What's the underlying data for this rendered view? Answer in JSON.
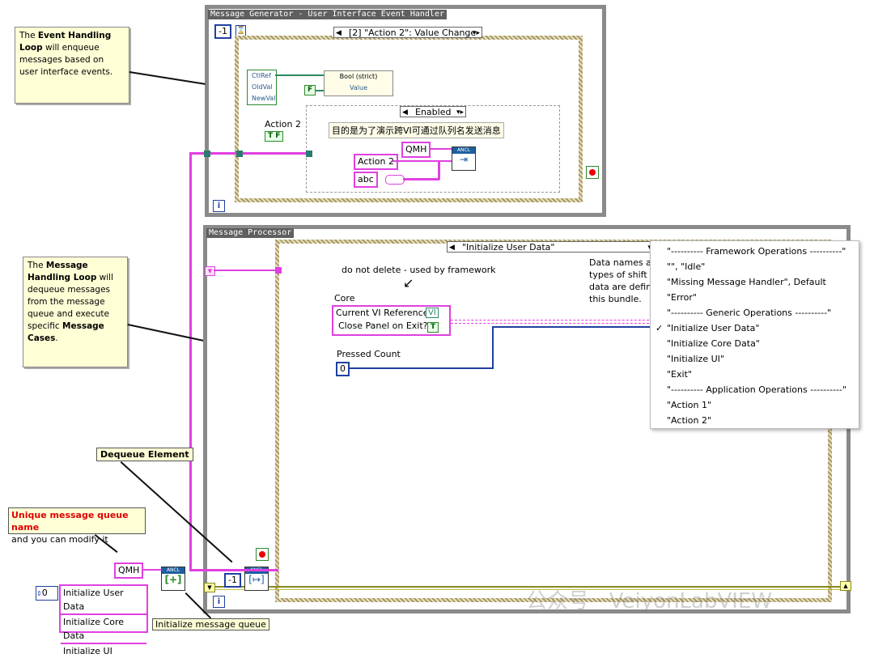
{
  "generator_loop": {
    "title": "Message Generator - User Interface Event Handler",
    "timeout_const": "-1",
    "event_case_selector": "[2] \"Action 2\": Value Change",
    "event_data_terminals": [
      "CtlRef",
      "OldVal",
      "NewVal"
    ],
    "bool_strict_label": "Bool (strict)",
    "value_label": "Value",
    "false_const": "F",
    "case_selector": "Enabled",
    "action2_label": "Action 2",
    "action2_indicator": "T F",
    "chinese_comment": "目的是为了演示跨VI可通过队列名发送消息",
    "qmh_const": "QMH",
    "action2_const": "Action 2",
    "abc_const": "abc",
    "ancl_label": "ANCL"
  },
  "processor_loop": {
    "title": "Message Processor",
    "case_selector": "\"Initialize User Data\"",
    "comment": "do not delete - used by framework",
    "core_label": "Core",
    "core_items": [
      "Current VI Reference",
      "Close Panel on Exit?"
    ],
    "vi_ref_icon": "VI",
    "pressed_count_label": "Pressed Count",
    "pressed_count_value": "0",
    "data_note_lines": [
      "Data names a",
      "types of shift",
      "data are defin",
      "this bundle."
    ]
  },
  "dropdown": {
    "items": [
      {
        "label": "\"---------- Framework Operations ----------\"",
        "checked": false
      },
      {
        "label": "\"\", \"Idle\"",
        "checked": false
      },
      {
        "label": "\"Missing Message Handler\", Default",
        "checked": false
      },
      {
        "label": "\"Error\"",
        "checked": false
      },
      {
        "label": "\"---------- Generic Operations ----------\"",
        "checked": false
      },
      {
        "label": "\"Initialize User Data\"",
        "checked": true
      },
      {
        "label": "\"Initialize Core Data\"",
        "checked": false
      },
      {
        "label": "\"Initialize UI\"",
        "checked": false
      },
      {
        "label": "\"Exit\"",
        "checked": false
      },
      {
        "label": "\"---------- Application Operations ----------\"",
        "checked": false
      },
      {
        "label": "\"Action 1\"",
        "checked": false
      },
      {
        "label": "\"Action 2\"",
        "checked": false
      }
    ]
  },
  "notes": {
    "event_loop": [
      "The ",
      "Event Handling Loop",
      " will enqueue messages based on user interface events."
    ],
    "message_loop": [
      "The ",
      "Message Handling Loop",
      " will dequeue messages from the message queue and execute specific ",
      "Message Cases",
      "."
    ],
    "dequeue_label": "Dequeue Element",
    "unique_name_bold": "Unique message queue name",
    "unique_name_rest": "and you can modify it",
    "init_queue_label": "Initialize message queue"
  },
  "bottom": {
    "qmh_const": "QMH",
    "array_index": "0",
    "array_items": [
      "Initialize User Data",
      "Initialize Core Data",
      "Initialize UI"
    ],
    "neg_one": "-1",
    "ancl": "ANCL"
  },
  "watermark": "公众号 · VeiyonLabVIEW",
  "colors": {
    "string_wire": "#e040e0",
    "numeric_wire": "#2040a0",
    "loop_border": "#8a8a8a",
    "note_bg": "#ffffd6"
  }
}
